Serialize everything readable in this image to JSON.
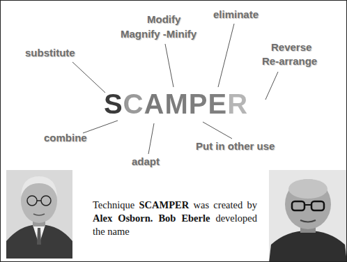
{
  "diagram": {
    "labels": [
      "substitute",
      "Modify",
      "Magnify -Minify",
      "eliminate",
      "Reverse",
      "Re-arrange",
      "SCAMPER",
      "combine",
      "adapt",
      "Put in other use",
      "Technique",
      "SCAMPER",
      "was created by",
      "Alex Osborn.",
      "Bob Eberle",
      "developed the name"
    ]
  }
}
